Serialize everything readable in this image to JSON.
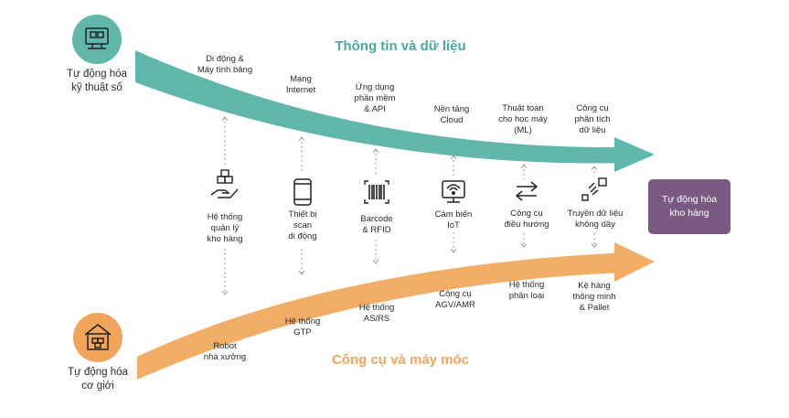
{
  "titles": {
    "top": "Thông tin và dữ liệu",
    "bottom": "Công cụ và máy móc"
  },
  "digital": {
    "label": "Tự động hóa\nkỹ thuật số",
    "icon": "computer-icon",
    "color": "#62b7ad"
  },
  "mechanical": {
    "label": "Tự động hóa\ncơ giới",
    "icon": "warehouse-icon",
    "color": "#f0a55b"
  },
  "destination": {
    "label": "Tự động hóa\nkho hàng",
    "color": "#7a5a82"
  },
  "top_items": [
    "Di động &\nMáy tính bảng",
    "Mạng\nInternet",
    "Ứng dụng\nphần mềm\n& API",
    "Nền tảng\nCloud",
    "Thuật toán\ncho học máy\n(ML)",
    "Công cụ\nphân tích\ndữ liệu"
  ],
  "middle_items": [
    {
      "label": "Hệ thống\nquản lý\nkho hàng",
      "icon": "boxes-hand-icon"
    },
    {
      "label": "Thiết bị\nscan\ndi động",
      "icon": "mobile-phone-icon"
    },
    {
      "label": "Barcode\n& RFID",
      "icon": "barcode-icon"
    },
    {
      "label": "Cảm biến\nIoT",
      "icon": "sensor-monitor-icon"
    },
    {
      "label": "Công cụ\nđiều hướng",
      "icon": "exchange-arrows-icon"
    },
    {
      "label": "Truyền dữ liệu\nkhông dây",
      "icon": "wireless-transfer-icon"
    }
  ],
  "bottom_items": [
    "Robot\nnhà xưởng",
    "Hệ thống\nGTP",
    "Hệ thống\nAS/RS",
    "Công cụ\nAGV/AMR",
    "Hệ thống\nphân loại",
    "Kệ hàng\nthông minh\n& Pallet"
  ],
  "colors": {
    "teal": "#62b7ad",
    "orange": "#f2ae67",
    "connector": "#9a9a9a"
  }
}
